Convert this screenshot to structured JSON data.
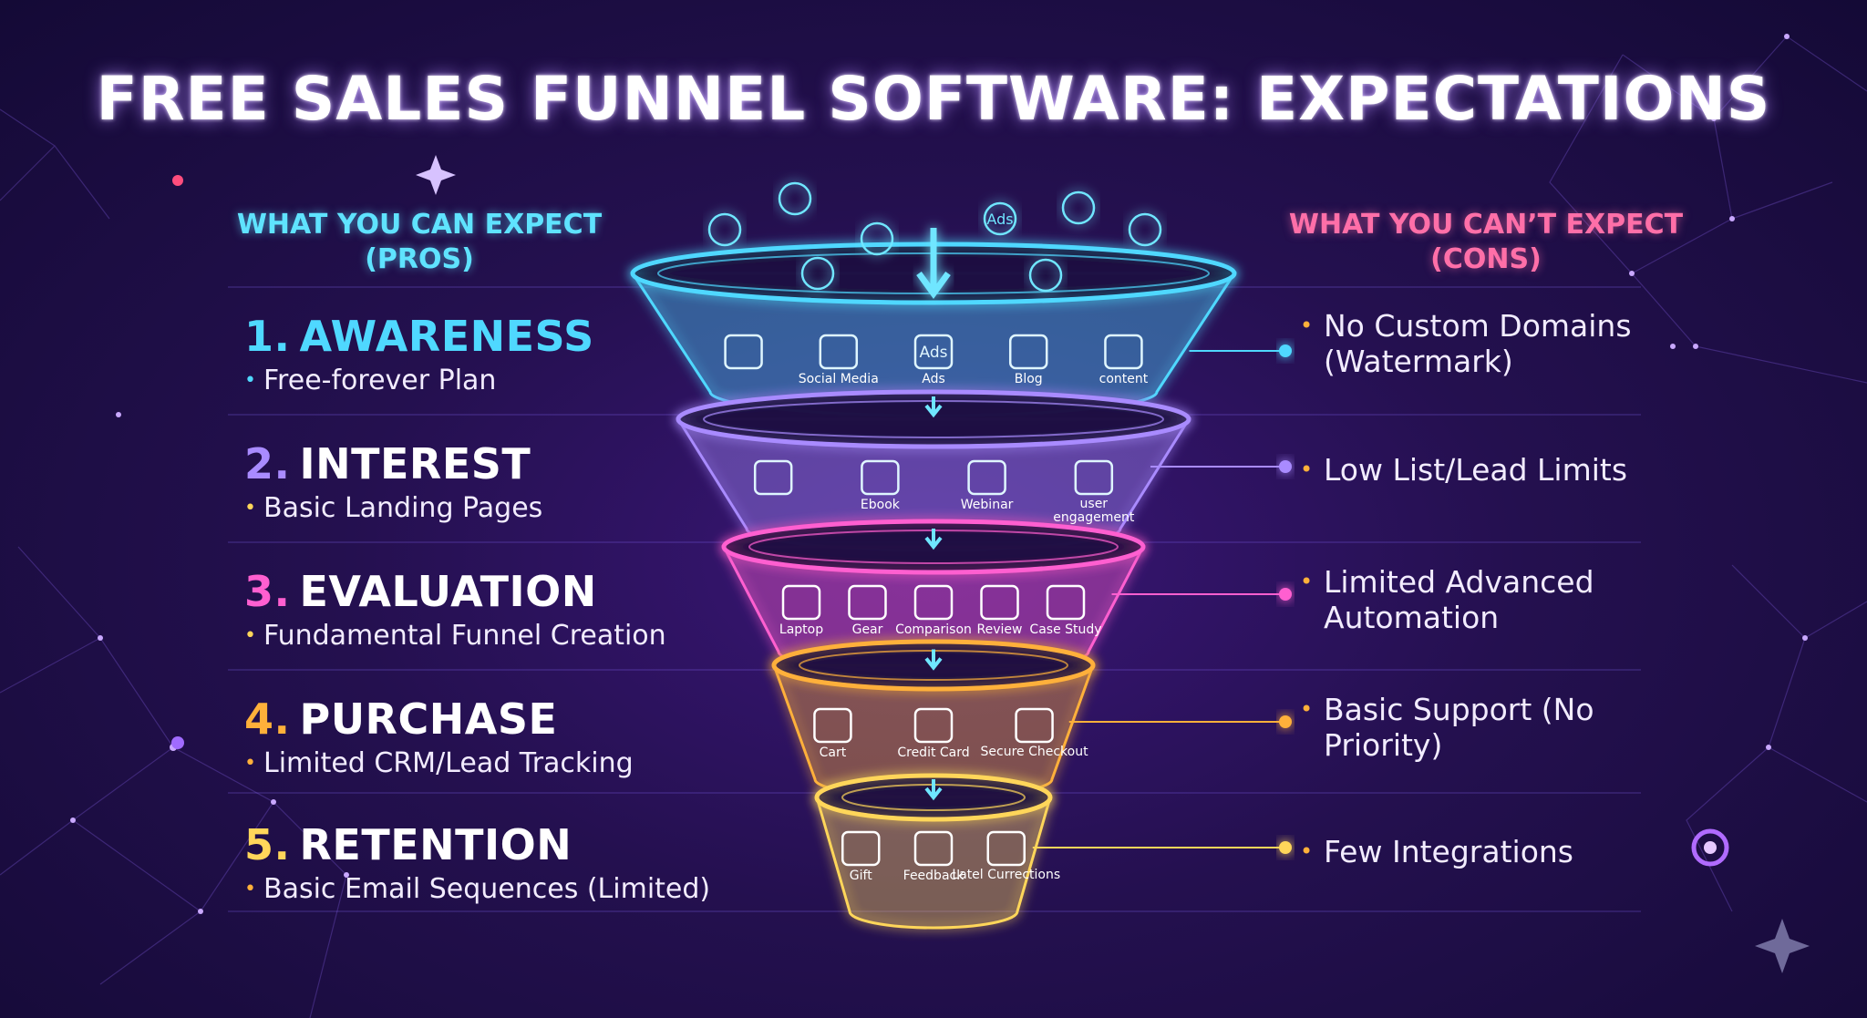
{
  "title": "FREE SALES FUNNEL SOFTWARE: EXPECTATIONS",
  "pros_heading": "WHAT YOU CAN EXPECT (PROS)",
  "cons_heading": "WHAT YOU CAN’T EXPECT (CONS)",
  "colors": {
    "awareness": "#4fd8ff",
    "interest": "#a98bff",
    "evaluation": "#ff5fd0",
    "purchase": "#ffb03a",
    "retention": "#ffd65a",
    "pros_heading": "#5fe3ff",
    "cons_heading": "#ff6fa8"
  },
  "top_icons": [
    "megaphone-icon",
    "dollar-icon",
    "mail-icon",
    "ads-icon",
    "document-icon",
    "globe-icon",
    "facebook-icon",
    "browser-icon"
  ],
  "top_ads_label": "Ads",
  "stages": [
    {
      "number": "1.",
      "name": "AWARENESS",
      "pro": "Free-forever Plan",
      "con": "No Custom Domains (Watermark)",
      "icons": [
        {
          "icon": "megaphone-icon",
          "label": ""
        },
        {
          "icon": "social-media-icon",
          "label": "Social Media"
        },
        {
          "icon": "ads-icon",
          "label": "Ads",
          "glyph": "Ads"
        },
        {
          "icon": "blog-icon",
          "label": "Blog"
        },
        {
          "icon": "content-icon",
          "label": "content"
        }
      ]
    },
    {
      "number": "2.",
      "name": "INTEREST",
      "pro": "Basic Landing Pages",
      "con": "Low List/Lead Limits",
      "icons": [
        {
          "icon": "search-icon",
          "label": ""
        },
        {
          "icon": "ebook-icon",
          "label": "Ebook"
        },
        {
          "icon": "webinar-icon",
          "label": "Webinar"
        },
        {
          "icon": "user-engagement-icon",
          "label": "user engagement"
        }
      ]
    },
    {
      "number": "3.",
      "name": "EVALUATION",
      "pro": "Fundamental Funnel Creation",
      "con": "Limited Advanced Automation",
      "icons": [
        {
          "icon": "laptop-icon",
          "label": "Laptop"
        },
        {
          "icon": "gear-icon",
          "label": "Gear"
        },
        {
          "icon": "comparison-icon",
          "label": "Comparison"
        },
        {
          "icon": "review-icon",
          "label": "Review"
        },
        {
          "icon": "case-study-icon",
          "label": "Case Study"
        }
      ]
    },
    {
      "number": "4.",
      "name": "PURCHASE",
      "pro": "Limited CRM/Lead Tracking",
      "con": "Basic Support (No Priority)",
      "icons": [
        {
          "icon": "cart-icon",
          "label": "Cart"
        },
        {
          "icon": "credit-card-icon",
          "label": "Credit Card"
        },
        {
          "icon": "secure-checkout-icon",
          "label": "Secure Checkout"
        }
      ]
    },
    {
      "number": "5.",
      "name": "RETENTION",
      "pro": "Basic Email Sequences (Limited)",
      "con": "Few Integrations",
      "icons": [
        {
          "icon": "gift-icon",
          "label": "Gift"
        },
        {
          "icon": "feedback-icon",
          "label": "Feedback"
        },
        {
          "icon": "chat-icon",
          "label": "Latel Currections"
        }
      ]
    }
  ]
}
